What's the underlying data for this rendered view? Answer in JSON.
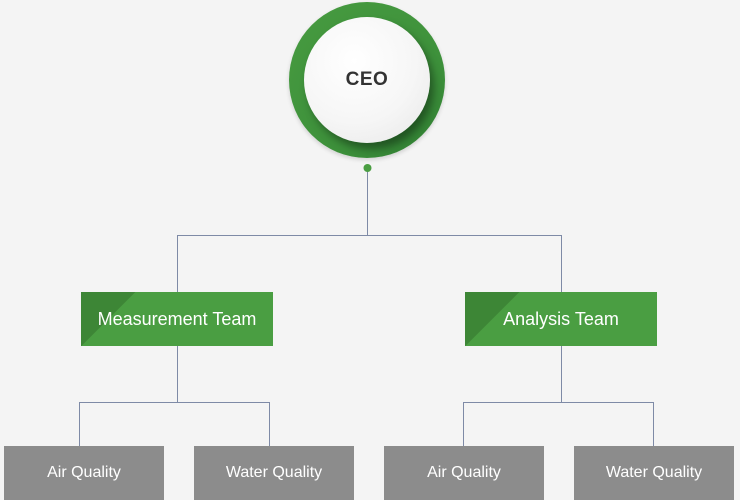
{
  "root": {
    "label": "CEO"
  },
  "teams": [
    {
      "label": "Measurement Team",
      "units": [
        {
          "label": "Air Quality"
        },
        {
          "label": "Water Quality"
        }
      ]
    },
    {
      "label": "Analysis Team",
      "units": [
        {
          "label": "Air Quality"
        },
        {
          "label": "Water Quality"
        }
      ]
    }
  ],
  "colors": {
    "background": "#f4f4f4",
    "accent_green": "#4a9e42",
    "dark_green": "#3d8636",
    "unit_gray": "#8c8c8c",
    "connector": "#7e8aa6"
  }
}
